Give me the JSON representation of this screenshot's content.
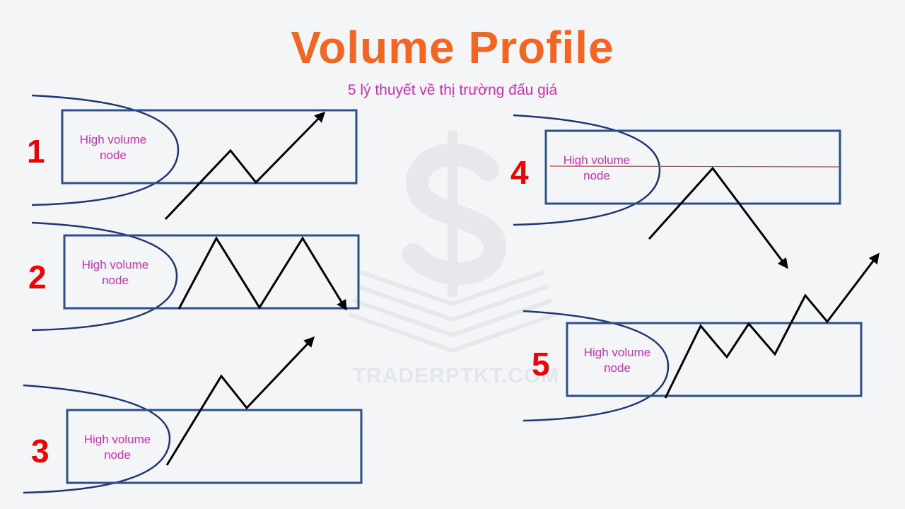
{
  "title": "Volume Profile",
  "subtitle": "5 lý thuyết về thị trường đấu giá",
  "watermark": "TRADERPTKT.COM",
  "colors": {
    "title": "#f26522",
    "subtitle": "#d62cb8",
    "number": "#f00000",
    "box": "#2f4f8a",
    "curve": "#1f3670",
    "arrow": "#000000",
    "reference_line": "#e53935"
  },
  "scenarios": [
    {
      "number": "1",
      "label_line1": "High volume",
      "label_line2": "node"
    },
    {
      "number": "2",
      "label_line1": "High volume",
      "label_line2": "node"
    },
    {
      "number": "3",
      "label_line1": "High volume",
      "label_line2": "node"
    },
    {
      "number": "4",
      "label_line1": "High volume",
      "label_line2": "node"
    },
    {
      "number": "5",
      "label_line1": "High volume",
      "label_line2": "node"
    }
  ]
}
